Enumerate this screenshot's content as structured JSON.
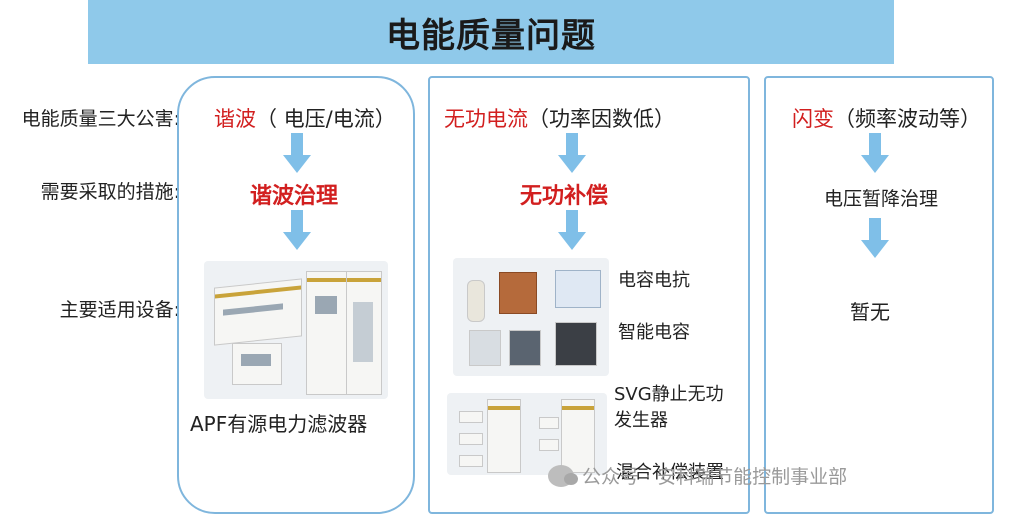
{
  "title": "电能质量问题",
  "row_labels": {
    "harms": "电能质量三大公害:",
    "measures": "需要采取的措施:",
    "equipment": "主要适用设备:"
  },
  "columns": [
    {
      "issue_red": "谐波",
      "issue_detail": "（ 电压/电流）",
      "measure": "谐波治理",
      "devices": [
        "APF有源电力滤波器"
      ]
    },
    {
      "issue_red": "无功电流",
      "issue_detail": "（功率因数低）",
      "measure": "无功补偿",
      "devices": [
        "电容电抗",
        "智能电容",
        "SVG静止无功发生器",
        "混合补偿装置"
      ]
    },
    {
      "issue_red": "闪变",
      "issue_detail": "（频率波动等）",
      "measure": "电压暂降治理",
      "devices": [
        "暂无"
      ]
    }
  ],
  "watermark": "公众号 · 安科瑞节能控制事业部",
  "colors": {
    "banner": "#8fc9ea",
    "border": "#7fb6dd",
    "arrow": "#7fbfe8",
    "accent_red": "#d21f1f"
  }
}
